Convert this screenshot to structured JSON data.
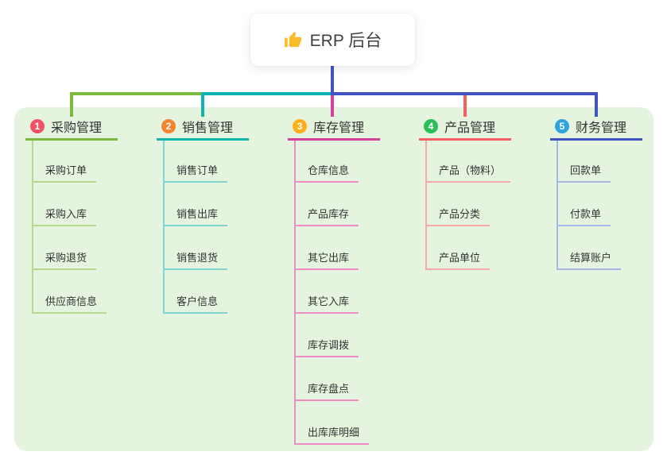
{
  "root": {
    "label": "ERP 后台",
    "icon": "thumbs-up"
  },
  "branches": [
    {
      "index": "1",
      "title": "采购管理",
      "badge_color": "#f2536b",
      "line_color": "#7cb93f",
      "child_line_color": "#b6d98c",
      "children": [
        "采购订单",
        "采购入库",
        "采购退货",
        "供应商信息"
      ]
    },
    {
      "index": "2",
      "title": "销售管理",
      "badge_color": "#f5832f",
      "line_color": "#0fb4ae",
      "child_line_color": "#7fd6d1",
      "children": [
        "销售订单",
        "销售出库",
        "销售退货",
        "客户信息"
      ]
    },
    {
      "index": "3",
      "title": "库存管理",
      "badge_color": "#ffae19",
      "line_color": "#d4419c",
      "child_line_color": "#f08cc5",
      "children": [
        "仓库信息",
        "产品库存",
        "其它出库",
        "其它入库",
        "库存调拨",
        "库存盘点",
        "出库库明细"
      ]
    },
    {
      "index": "4",
      "title": "产品管理",
      "badge_color": "#2ebd5d",
      "line_color": "#f25f5f",
      "child_line_color": "#f8a9a9",
      "children": [
        "产品（物料）",
        "产品分类",
        "产品单位"
      ]
    },
    {
      "index": "5",
      "title": "财务管理",
      "badge_color": "#31a3dc",
      "line_color": "#4254c5",
      "child_line_color": "#a5b8e8",
      "children": [
        "回款单",
        "付款单",
        "结算账户"
      ]
    }
  ],
  "colors": {
    "canvas_bg": "#e5f4de",
    "root_line": "#4254c5",
    "text": "#333333",
    "thumb_icon": "#f9bd2b"
  }
}
